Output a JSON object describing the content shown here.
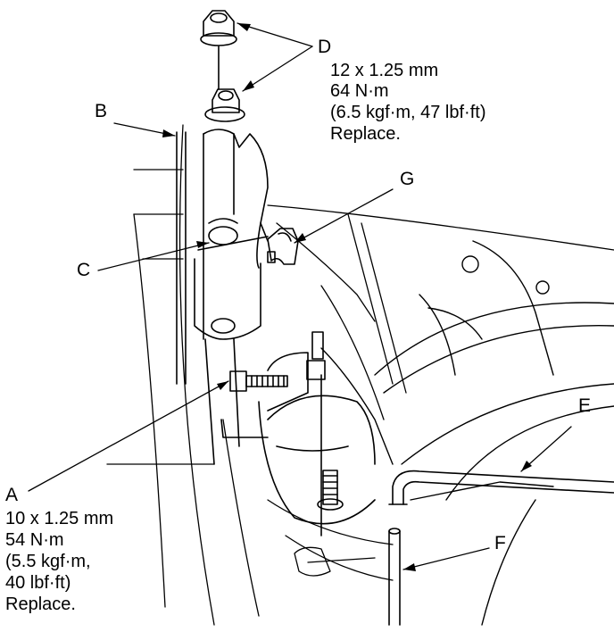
{
  "callouts": {
    "A": {
      "letter": "A",
      "spec_lines": [
        "10 x 1.25 mm",
        "54 N·m",
        "(5.5 kgf·m,",
        "40 lbf·ft)",
        "Replace."
      ]
    },
    "B": {
      "letter": "B"
    },
    "C": {
      "letter": "C"
    },
    "D": {
      "letter": "D",
      "spec_lines": [
        "12 x 1.25 mm",
        "64 N·m",
        "(6.5 kgf·m, 47 lbf·ft)",
        "Replace."
      ]
    },
    "E": {
      "letter": "E"
    },
    "F": {
      "letter": "F"
    },
    "G": {
      "letter": "G"
    }
  },
  "colors": {
    "ink": "#000000",
    "paper": "#ffffff"
  }
}
